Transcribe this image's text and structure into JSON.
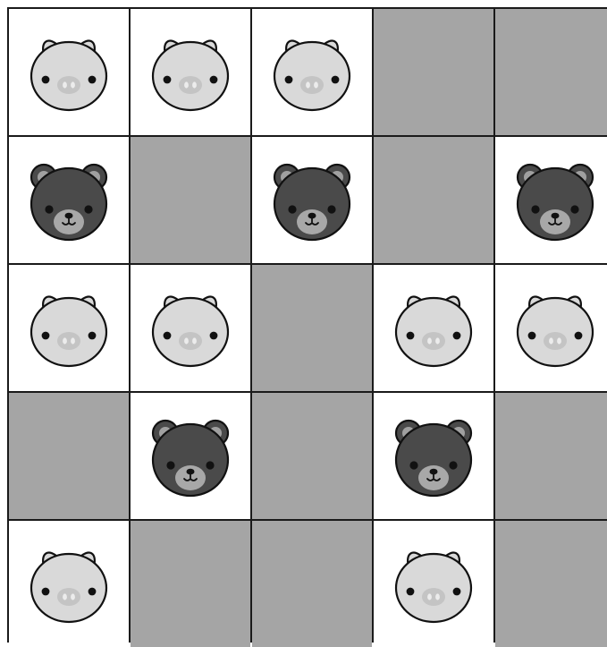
{
  "board": {
    "rows": 5,
    "cols": 5,
    "cells": [
      [
        "pig",
        "pig",
        "pig",
        "empty",
        "empty"
      ],
      [
        "bear",
        "empty",
        "bear",
        "empty",
        "bear"
      ],
      [
        "pig",
        "pig",
        "empty",
        "pig",
        "pig"
      ],
      [
        "empty",
        "bear",
        "empty",
        "bear",
        "empty"
      ],
      [
        "pig",
        "empty",
        "empty",
        "pig",
        "empty"
      ]
    ]
  },
  "colors": {
    "grid_line": "#1a1a1a",
    "empty_cell": "#a5a5a5",
    "piece_cell": "#ffffff",
    "pig_face": "#d9d9d9",
    "pig_snout": "#c4c4c4",
    "bear_face": "#4a4a4a",
    "bear_muzzle": "#a8a8a8"
  },
  "icons": {
    "pig": "pig-face-icon",
    "bear": "bear-face-icon"
  }
}
